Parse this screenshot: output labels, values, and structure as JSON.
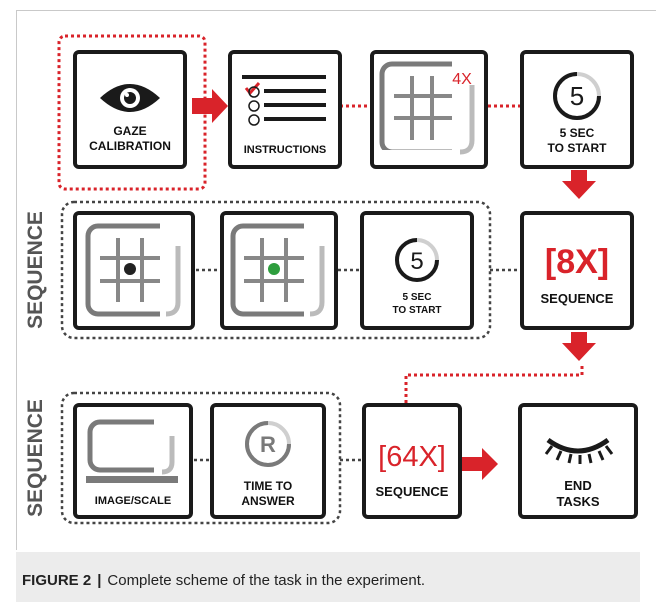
{
  "steps": {
    "gaze_calibration": [
      "GAZE",
      "CALIBRATION"
    ],
    "instructions": "INSTRUCTIONS",
    "grid_repeat_badge": "4X",
    "countdown_number": "5",
    "countdown_label": [
      "5 SEC",
      "TO START"
    ],
    "sequence_repeat_badge": "[8X]",
    "sequence_label": "SEQUENCE",
    "image_scale": "IMAGE/SCALE",
    "answer_icon_letter": "R",
    "time_to_answer": [
      "TIME TO",
      "ANSWER"
    ],
    "final_repeat_badge": "[64X]",
    "end_tasks": [
      "END",
      "TASKS"
    ]
  },
  "side_labels": {
    "row2": "SEQUENCE",
    "row3": "SEQUENCE"
  },
  "colors": {
    "accent_red": "#d9232a",
    "box_border": "#1a1a1a",
    "dot_black": "#222222",
    "dot_green": "#2e9e3e",
    "icon_gray": "#7a7a7a"
  },
  "caption": {
    "figure": "FIGURE 2",
    "separator": "|",
    "text": "Complete scheme of the task in the experiment."
  }
}
